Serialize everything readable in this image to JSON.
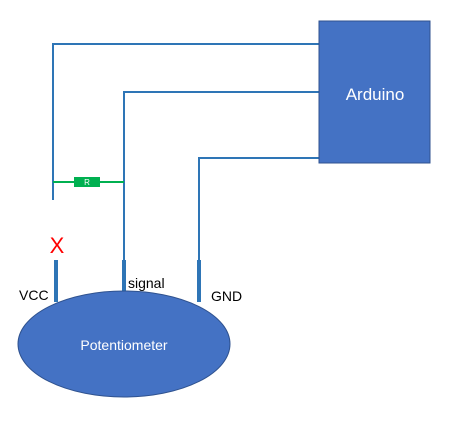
{
  "arduino": {
    "label": "Arduino",
    "fill": "#4472c4",
    "stroke": "#2f528f"
  },
  "potentiometer": {
    "label": "Potentiometer",
    "fill": "#4472c4",
    "stroke": "#2f528f"
  },
  "resistor": {
    "label": "R",
    "color": "#00b050"
  },
  "pins": {
    "vcc": "VCC",
    "signal": "signal",
    "gnd": "GND"
  },
  "broken_marker": {
    "label": "X",
    "color": "#ff0000"
  },
  "wire_color": "#2e75b6"
}
